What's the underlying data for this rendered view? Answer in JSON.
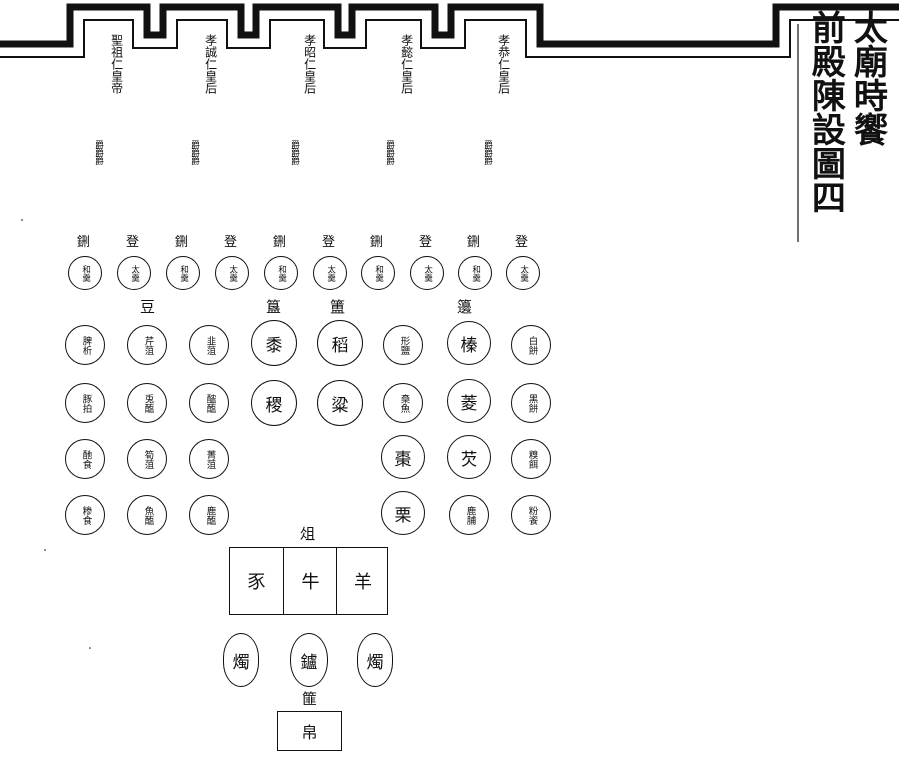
{
  "title": {
    "column1": "太廟時饗",
    "column2": "前殿陳設圖四"
  },
  "tablets": [
    {
      "label": "聖祖仁皇帝",
      "vessels": "爵爵爵"
    },
    {
      "label": "孝誠仁皇后",
      "vessels": "爵爵爵"
    },
    {
      "label": "孝昭仁皇后",
      "vessels": "爵爵爵"
    },
    {
      "label": "孝懿仁皇后",
      "vessels": "爵爵爵"
    },
    {
      "label": "孝恭仁皇后",
      "vessels": "爵爵爵"
    }
  ],
  "vessel_row": [
    {
      "label": "鉶",
      "content": "和羹"
    },
    {
      "label": "登",
      "content": "太羹"
    },
    {
      "label": "鉶",
      "content": "和羹"
    },
    {
      "label": "登",
      "content": "太羹"
    },
    {
      "label": "鉶",
      "content": "和羹"
    },
    {
      "label": "登",
      "content": "太羹"
    },
    {
      "label": "鉶",
      "content": "和羹"
    },
    {
      "label": "登",
      "content": "太羹"
    },
    {
      "label": "鉶",
      "content": "和羹"
    },
    {
      "label": "登",
      "content": "太羹"
    }
  ],
  "group_labels": {
    "dou": "豆",
    "gui": "簋",
    "fu": "簠",
    "bian": "籩",
    "zu": "俎",
    "fei": "篚"
  },
  "dou_items": [
    [
      "脾析",
      "芹菹",
      "韭菹"
    ],
    [
      "豚拍",
      "兎醢",
      "醓醢"
    ],
    [
      "酏食",
      "筍菹",
      "菁菹"
    ],
    [
      "糁食",
      "魚醢",
      "鹿醢"
    ]
  ],
  "gui_items": [
    "黍",
    "稷"
  ],
  "fu_items": [
    "稻",
    "粱"
  ],
  "bian_items": [
    [
      "形鹽",
      "榛",
      "白餅"
    ],
    [
      "槀魚",
      "菱",
      "黑餅"
    ],
    [
      "棗",
      "芡",
      "糗餌"
    ],
    [
      "栗",
      "鹿脯",
      "粉餈"
    ]
  ],
  "zu_items": [
    "豕",
    "牛",
    "羊"
  ],
  "candles": {
    "left": "燭",
    "center": "鑪",
    "right": "燭"
  },
  "fei_item": "帛"
}
